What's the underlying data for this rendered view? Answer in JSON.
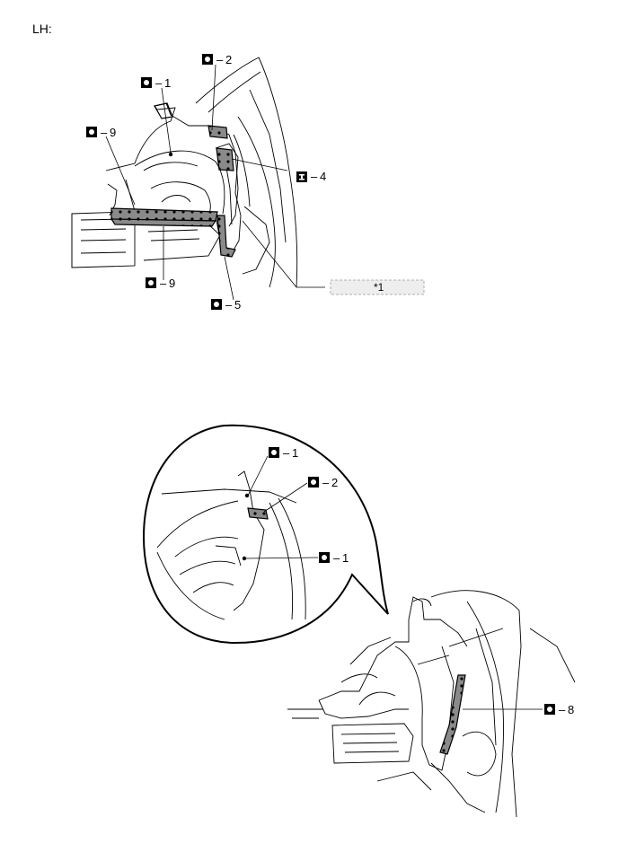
{
  "section_label": "LH:",
  "callouts_top": [
    {
      "id": "c2",
      "symbol": "weld-spot-icon",
      "number": "2"
    },
    {
      "id": "c1",
      "symbol": "weld-spot-icon",
      "number": "1"
    },
    {
      "id": "c9a",
      "symbol": "weld-spot-icon",
      "number": "9"
    },
    {
      "id": "c4",
      "symbol": "weld-seam-icon",
      "number": "4"
    },
    {
      "id": "c9b",
      "symbol": "weld-spot-icon",
      "number": "9"
    },
    {
      "id": "c5",
      "symbol": "weld-spot-icon",
      "number": "5"
    }
  ],
  "reference_box": {
    "text": "*1"
  },
  "callouts_bottom": [
    {
      "id": "d1a",
      "symbol": "weld-spot-icon",
      "number": "1"
    },
    {
      "id": "d2",
      "symbol": "weld-spot-icon",
      "number": "2"
    },
    {
      "id": "d1b",
      "symbol": "weld-spot-icon",
      "number": "1"
    },
    {
      "id": "d8",
      "symbol": "weld-spot-icon",
      "number": "8"
    }
  ]
}
